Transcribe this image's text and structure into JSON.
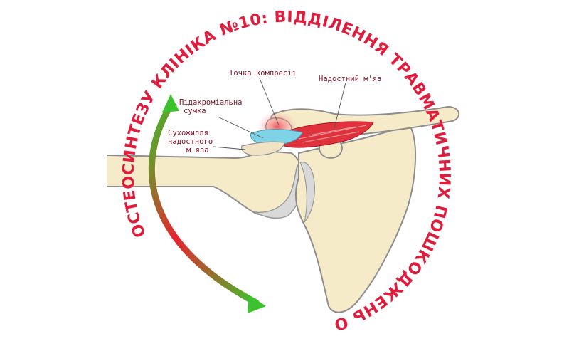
{
  "ring_title": "ОСТЕОСИНТЕЗУ  КЛІНІКА №10: ВІДДІЛЕННЯ ТРАВМАТИЧНИХ ПОШКОДЖЕНЬ ОПОРНО-РУХОВОГО АПАРАТУ ТА ПРОБЛЕМ",
  "labels": {
    "compression_point": "Точка компресії",
    "supraspinatus_muscle": "Надостний м'яз",
    "subacromial_bursa_line1": "Підакроміальна",
    "subacromial_bursa_line2": "сумка",
    "supraspinatus_tendon_line1": "Сухожилля",
    "supraspinatus_tendon_line2": "надостного",
    "supraspinatus_tendon_line3": "м'яза"
  },
  "colors": {
    "ring_text": "#e01b3c",
    "label_text": "#7a1226",
    "arrow_start": "#e8232e",
    "arrow_end": "#3cc22c",
    "bone_fill": "#f6ebc8",
    "bone_stroke": "#8e8e8e",
    "cartilage": "#d9d9d9",
    "bursa": "#7fd3e6",
    "muscle": "#e0323c",
    "compression_glow": "#f7a6ae"
  }
}
